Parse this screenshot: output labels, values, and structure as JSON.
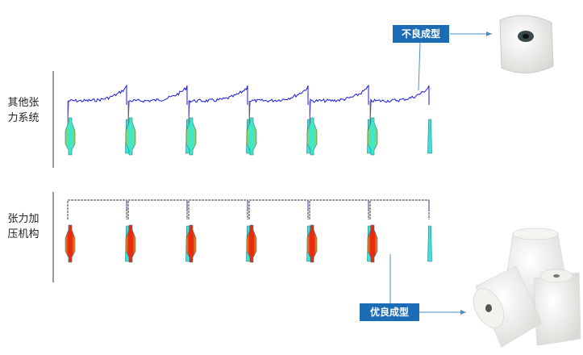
{
  "rows": [
    {
      "label_line1": "其他张",
      "label_line2": "力系统",
      "type": "other-tension"
    },
    {
      "label_line1": "张力加",
      "label_line2": "压机构",
      "type": "tension-press"
    }
  ],
  "callouts": {
    "bad": "不良成型",
    "good": "优良成型"
  },
  "cycles": 6,
  "colors": {
    "callout": "#1b6cb4",
    "tension_curve_other": "#1a1ad8",
    "tension_curve_press": "#333333",
    "bobbin_cool": "#36e0dc",
    "bobbin_hot": "#e52a10"
  }
}
